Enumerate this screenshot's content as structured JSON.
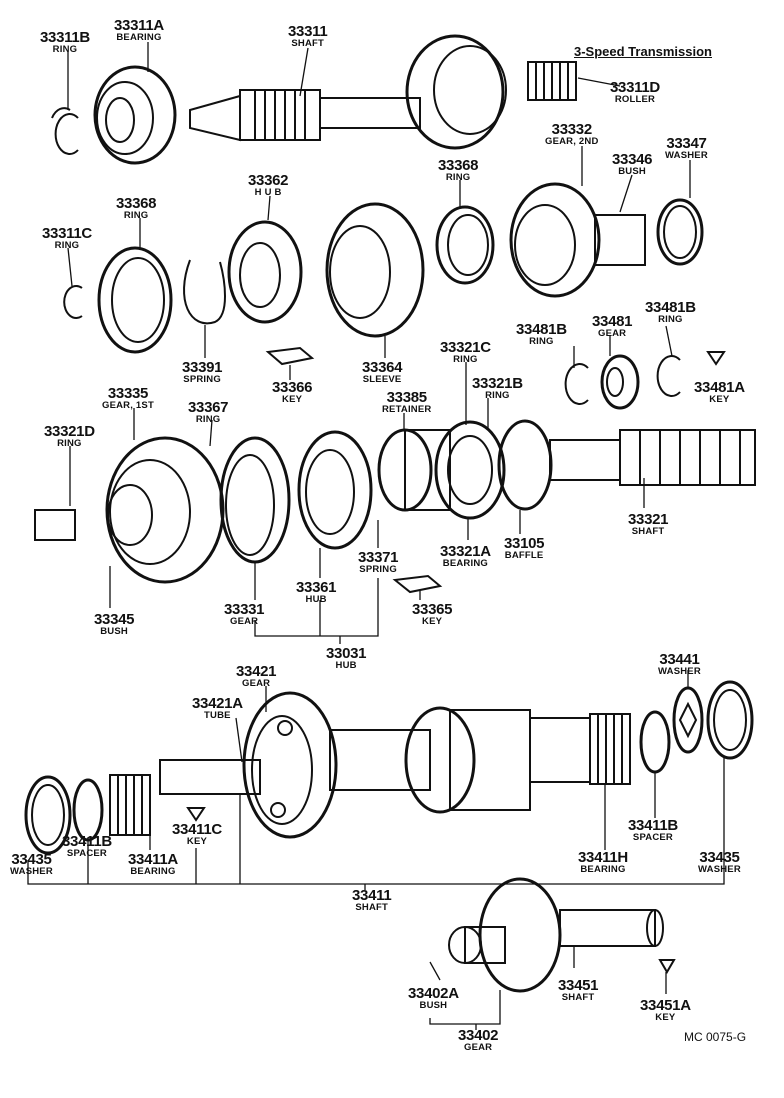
{
  "title": "3-Speed Transmission",
  "drawing_code": "MC 0075-G",
  "parts": [
    {
      "id": "p33311B",
      "num": "33311B",
      "desc": "RING"
    },
    {
      "id": "p33311A",
      "num": "33311A",
      "desc": "BEARING"
    },
    {
      "id": "p33311",
      "num": "33311",
      "desc": "SHAFT"
    },
    {
      "id": "p33311D",
      "num": "33311D",
      "desc": "ROLLER"
    },
    {
      "id": "p33332",
      "num": "33332",
      "desc": "GEAR, 2ND"
    },
    {
      "id": "p33347",
      "num": "33347",
      "desc": "WASHER"
    },
    {
      "id": "p33346",
      "num": "33346",
      "desc": "BUSH"
    },
    {
      "id": "p33368a",
      "num": "33368",
      "desc": "RING"
    },
    {
      "id": "p33362",
      "num": "33362",
      "desc": "H U B"
    },
    {
      "id": "p33368b",
      "num": "33368",
      "desc": "RING"
    },
    {
      "id": "p33311C",
      "num": "33311C",
      "desc": "RING"
    },
    {
      "id": "p33391",
      "num": "33391",
      "desc": "SPRING"
    },
    {
      "id": "p33366",
      "num": "33366",
      "desc": "KEY"
    },
    {
      "id": "p33364",
      "num": "33364",
      "desc": "SLEEVE"
    },
    {
      "id": "p33481Ba",
      "num": "33481B",
      "desc": "RING"
    },
    {
      "id": "p33481",
      "num": "33481",
      "desc": "GEAR"
    },
    {
      "id": "p33481Bb",
      "num": "33481B",
      "desc": "RING"
    },
    {
      "id": "p33481A",
      "num": "33481A",
      "desc": "KEY"
    },
    {
      "id": "p33321C",
      "num": "33321C",
      "desc": "RING"
    },
    {
      "id": "p33335",
      "num": "33335",
      "desc": "GEAR, 1ST"
    },
    {
      "id": "p33367",
      "num": "33367",
      "desc": "RING"
    },
    {
      "id": "p33385",
      "num": "33385",
      "desc": "RETAINER"
    },
    {
      "id": "p33321B",
      "num": "33321B",
      "desc": "RING"
    },
    {
      "id": "p33321D",
      "num": "33321D",
      "desc": "RING"
    },
    {
      "id": "p33321",
      "num": "33321",
      "desc": "SHAFT"
    },
    {
      "id": "p33321A",
      "num": "33321A",
      "desc": "BEARING"
    },
    {
      "id": "p33105",
      "num": "33105",
      "desc": "BAFFLE"
    },
    {
      "id": "p33371",
      "num": "33371",
      "desc": "SPRING"
    },
    {
      "id": "p33345",
      "num": "33345",
      "desc": "BUSH"
    },
    {
      "id": "p33331",
      "num": "33331",
      "desc": "GEAR"
    },
    {
      "id": "p33361",
      "num": "33361",
      "desc": "HUB"
    },
    {
      "id": "p33365",
      "num": "33365",
      "desc": "KEY"
    },
    {
      "id": "p33031",
      "num": "33031",
      "desc": "HUB"
    },
    {
      "id": "p33421",
      "num": "33421",
      "desc": "GEAR"
    },
    {
      "id": "p33421A",
      "num": "33421A",
      "desc": "TUBE"
    },
    {
      "id": "p33441",
      "num": "33441",
      "desc": "WASHER"
    },
    {
      "id": "p33411C",
      "num": "33411C",
      "desc": "KEY"
    },
    {
      "id": "p33411B_l",
      "num": "33411B",
      "desc": "SPACER"
    },
    {
      "id": "p33435_l",
      "num": "33435",
      "desc": "WASHER"
    },
    {
      "id": "p33411A",
      "num": "33411A",
      "desc": "BEARING"
    },
    {
      "id": "p33411B_r",
      "num": "33411B",
      "desc": "SPACER"
    },
    {
      "id": "p33411H",
      "num": "33411H",
      "desc": "BEARING"
    },
    {
      "id": "p33435_r",
      "num": "33435",
      "desc": "WASHER"
    },
    {
      "id": "p33411",
      "num": "33411",
      "desc": "SHAFT"
    },
    {
      "id": "p33402A",
      "num": "33402A",
      "desc": "BUSH"
    },
    {
      "id": "p33451",
      "num": "33451",
      "desc": "SHAFT"
    },
    {
      "id": "p33451A",
      "num": "33451A",
      "desc": "KEY"
    },
    {
      "id": "p33402",
      "num": "33402",
      "desc": "GEAR"
    }
  ]
}
